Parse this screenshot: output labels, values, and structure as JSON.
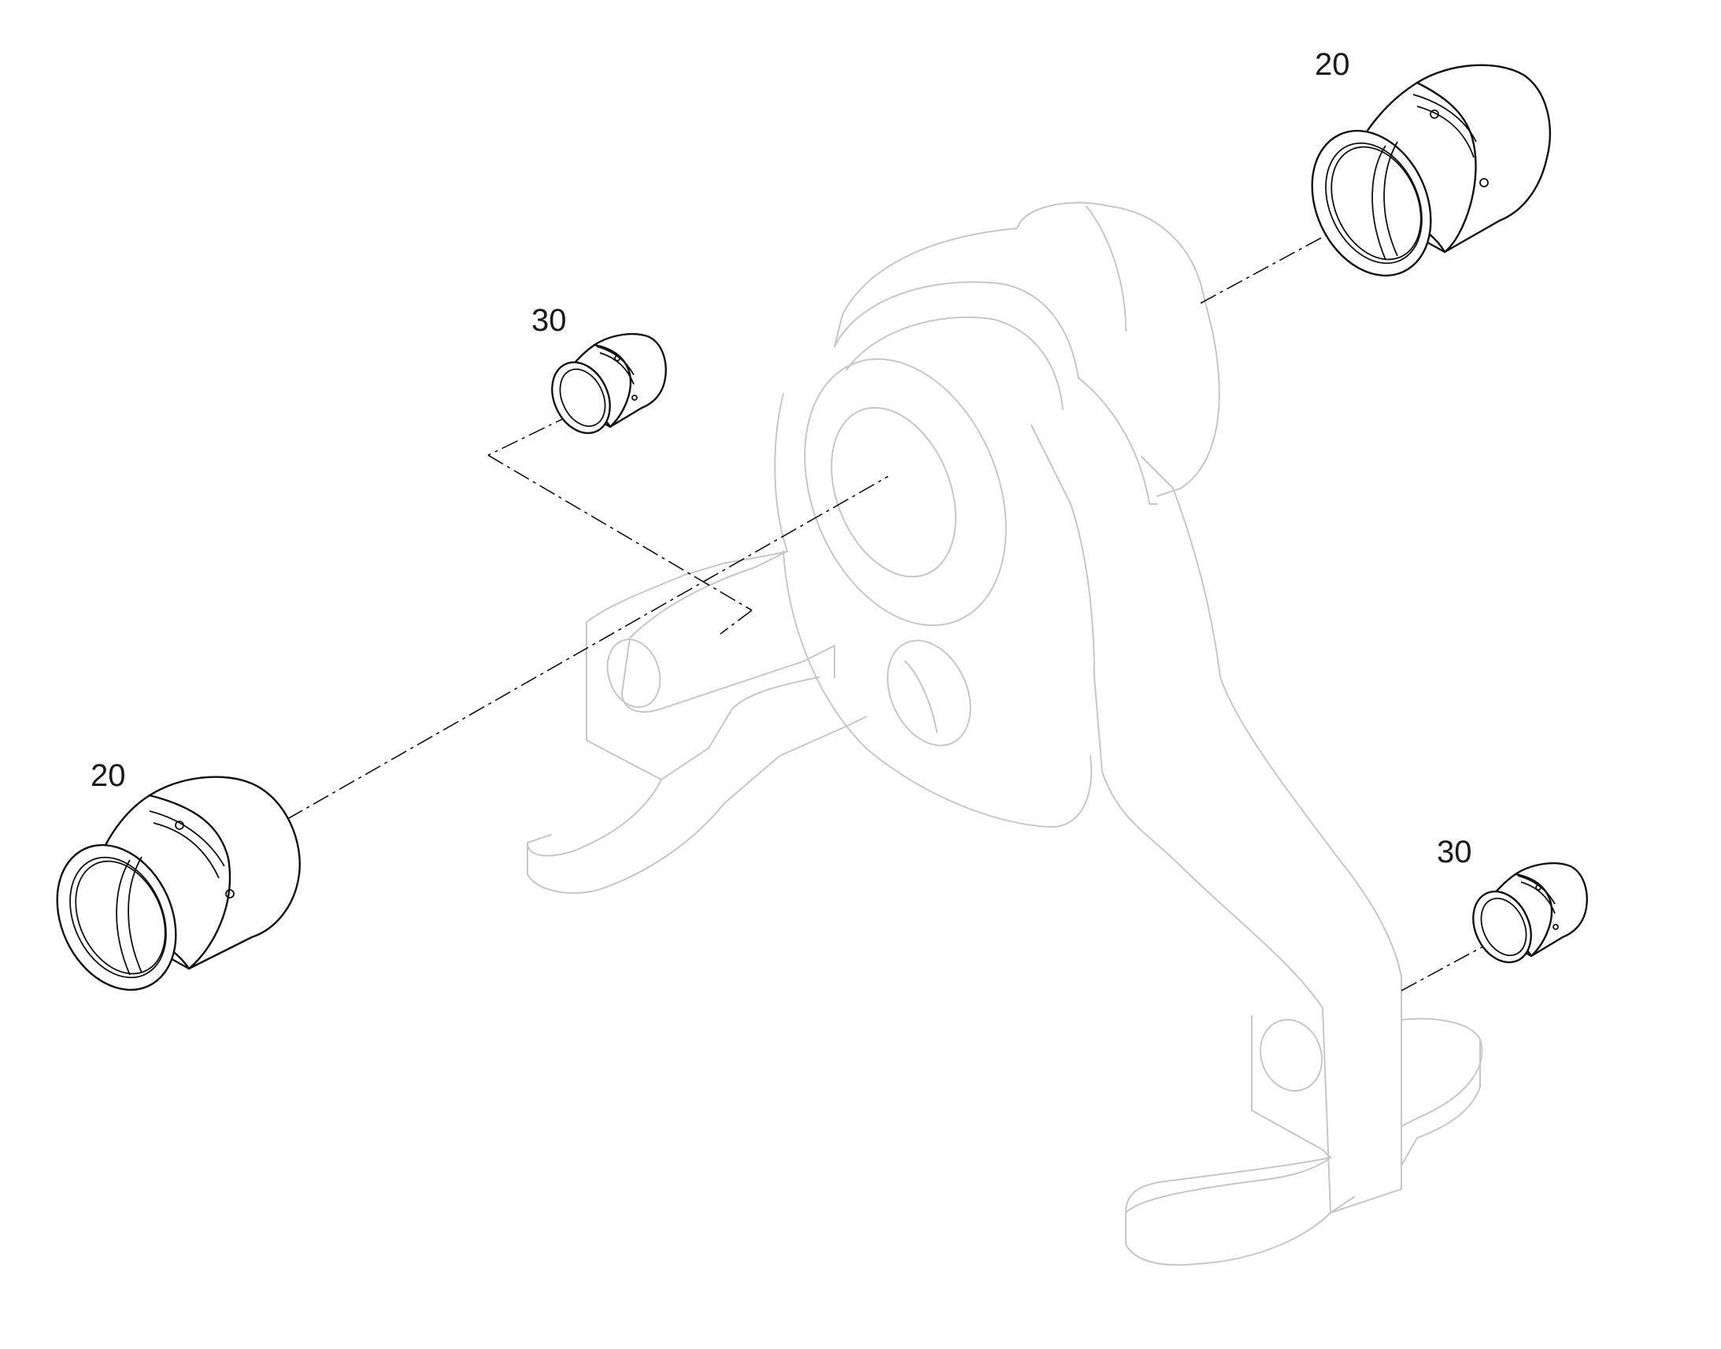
{
  "callouts": {
    "bushing_large_top_right": "20",
    "bushing_large_left": "20",
    "bushing_small_top_left": "30",
    "bushing_small_bottom_right": "30"
  },
  "colors": {
    "ghost_outline": "#c7c7c7",
    "part_outline": "#111111",
    "background": "#ffffff"
  }
}
